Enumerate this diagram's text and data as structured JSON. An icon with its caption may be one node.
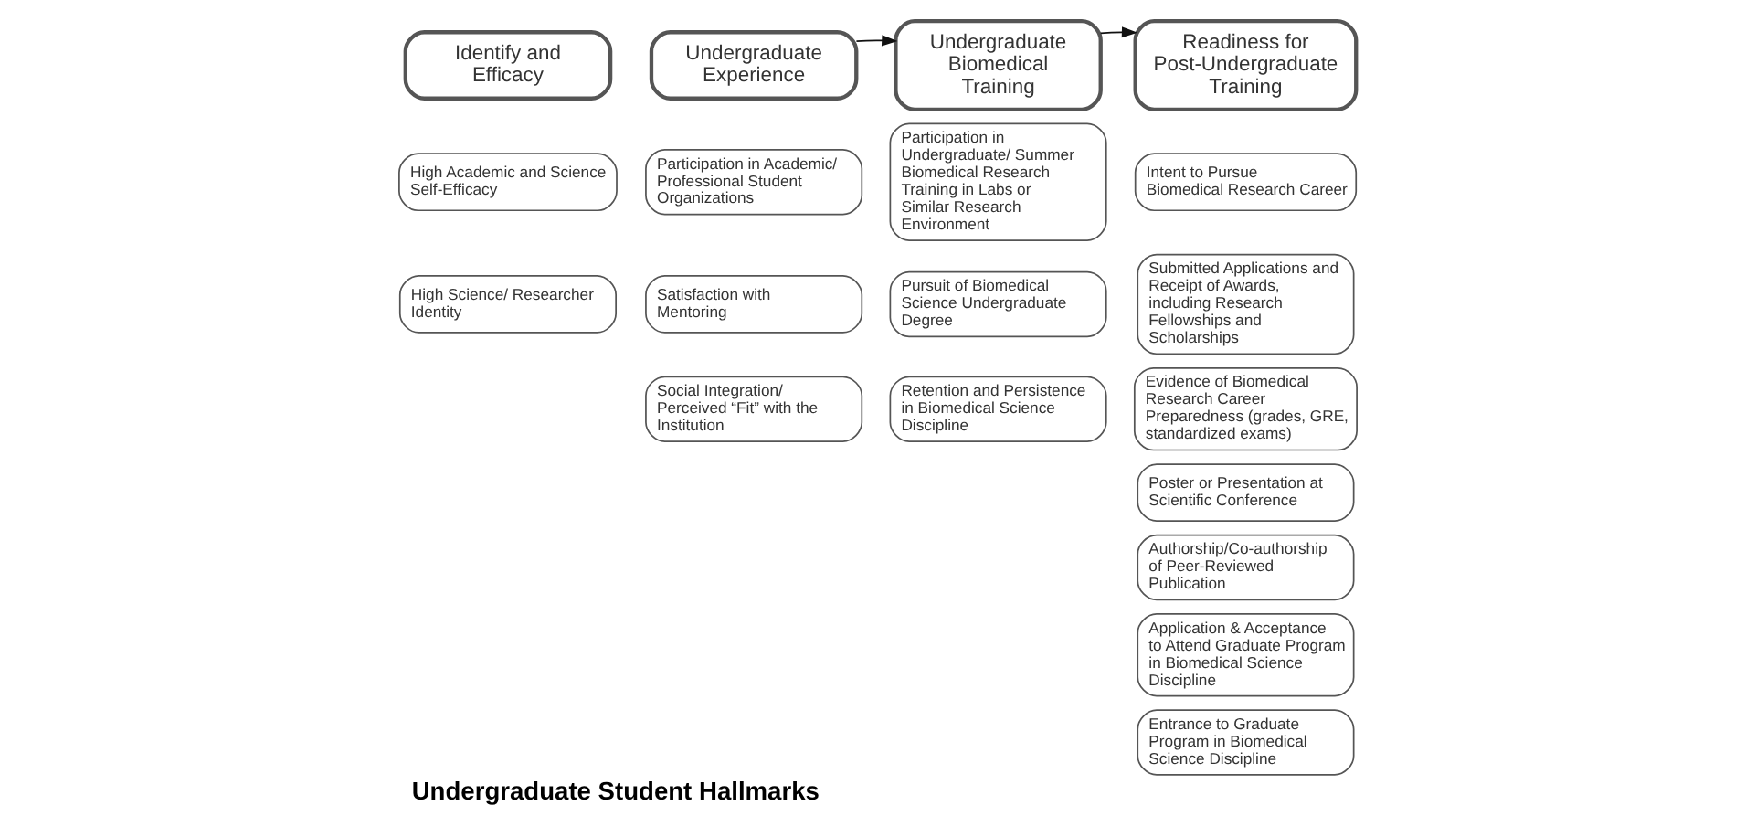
{
  "diagram": {
    "title": "Undergraduate Student Hallmarks",
    "nodes": [
      {
        "text": [
          "Identify and Efficacy"
        ]
      },
      {
        "text": [
          "Undergraduate Experience"
        ]
      },
      {
        "text": [
          "Undergraduate Biomedical Training"
        ]
      },
      {
        "text": [
          "Readiness for Post-Undergraduate Training"
        ]
      },
      {
        "text": [
          "High Academic and Science Self-Efficacy"
        ]
      },
      {
        "text": [
          "High Science/ Researcher Identity"
        ]
      },
      {
        "text": [
          "Participation in Academic/ Professional Student Organizations"
        ]
      },
      {
        "text": [
          "Satisfaction with Mentoring"
        ]
      },
      {
        "text": [
          "Social Integration/ Perceived “Fit” with the Institution"
        ]
      },
      {
        "text": [
          "Participation in Undergraduate/ Summer Biomedical Research Training in Labs or Similar Research Environment"
        ]
      },
      {
        "text": [
          "Pursuit of Biomedical Science Undergraduate Degree"
        ]
      },
      {
        "text": [
          "Retention and Persistence in Biomedical Science Discipline"
        ]
      },
      {
        "text": [
          "Intent to Pursue Biomedical Research Career"
        ]
      },
      {
        "text": [
          "Submitted Applications and Receipt of Awards, including Research Fellowships and Scholarships"
        ]
      },
      {
        "text": [
          "Evidence of Biomedical Research Career Preparedness (grades, GRE, standardized exams)"
        ]
      },
      {
        "text": [
          "Poster or Presentation at Scientific Conference"
        ]
      },
      {
        "text": [
          "Authorship/Co-authorship of Peer-Reviewed Publication"
        ]
      },
      {
        "text": [
          "Application & Acceptance to Attend Graduate Program in Biomedical Science Discipline"
        ]
      },
      {
        "text": [
          "Entrance to Graduate Program in Biomedical Science Discipline"
        ]
      }
    ],
    "edges": [
      {
        "from": 1,
        "to": 2,
        "arrow": "to"
      },
      {
        "from": 2,
        "to": 3,
        "arrow": "to"
      }
    ]
  }
}
